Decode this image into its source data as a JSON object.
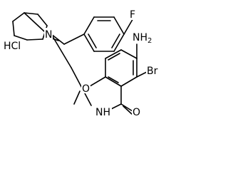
{
  "labels": {
    "fluorine": "F",
    "nitrogen_bridge": "N",
    "salt": "HCl",
    "amine": "NH",
    "amine_subscript": "2",
    "bromine": "Br",
    "oxygen": "O",
    "amide_nh": "NH",
    "carbonyl_o": "O"
  }
}
